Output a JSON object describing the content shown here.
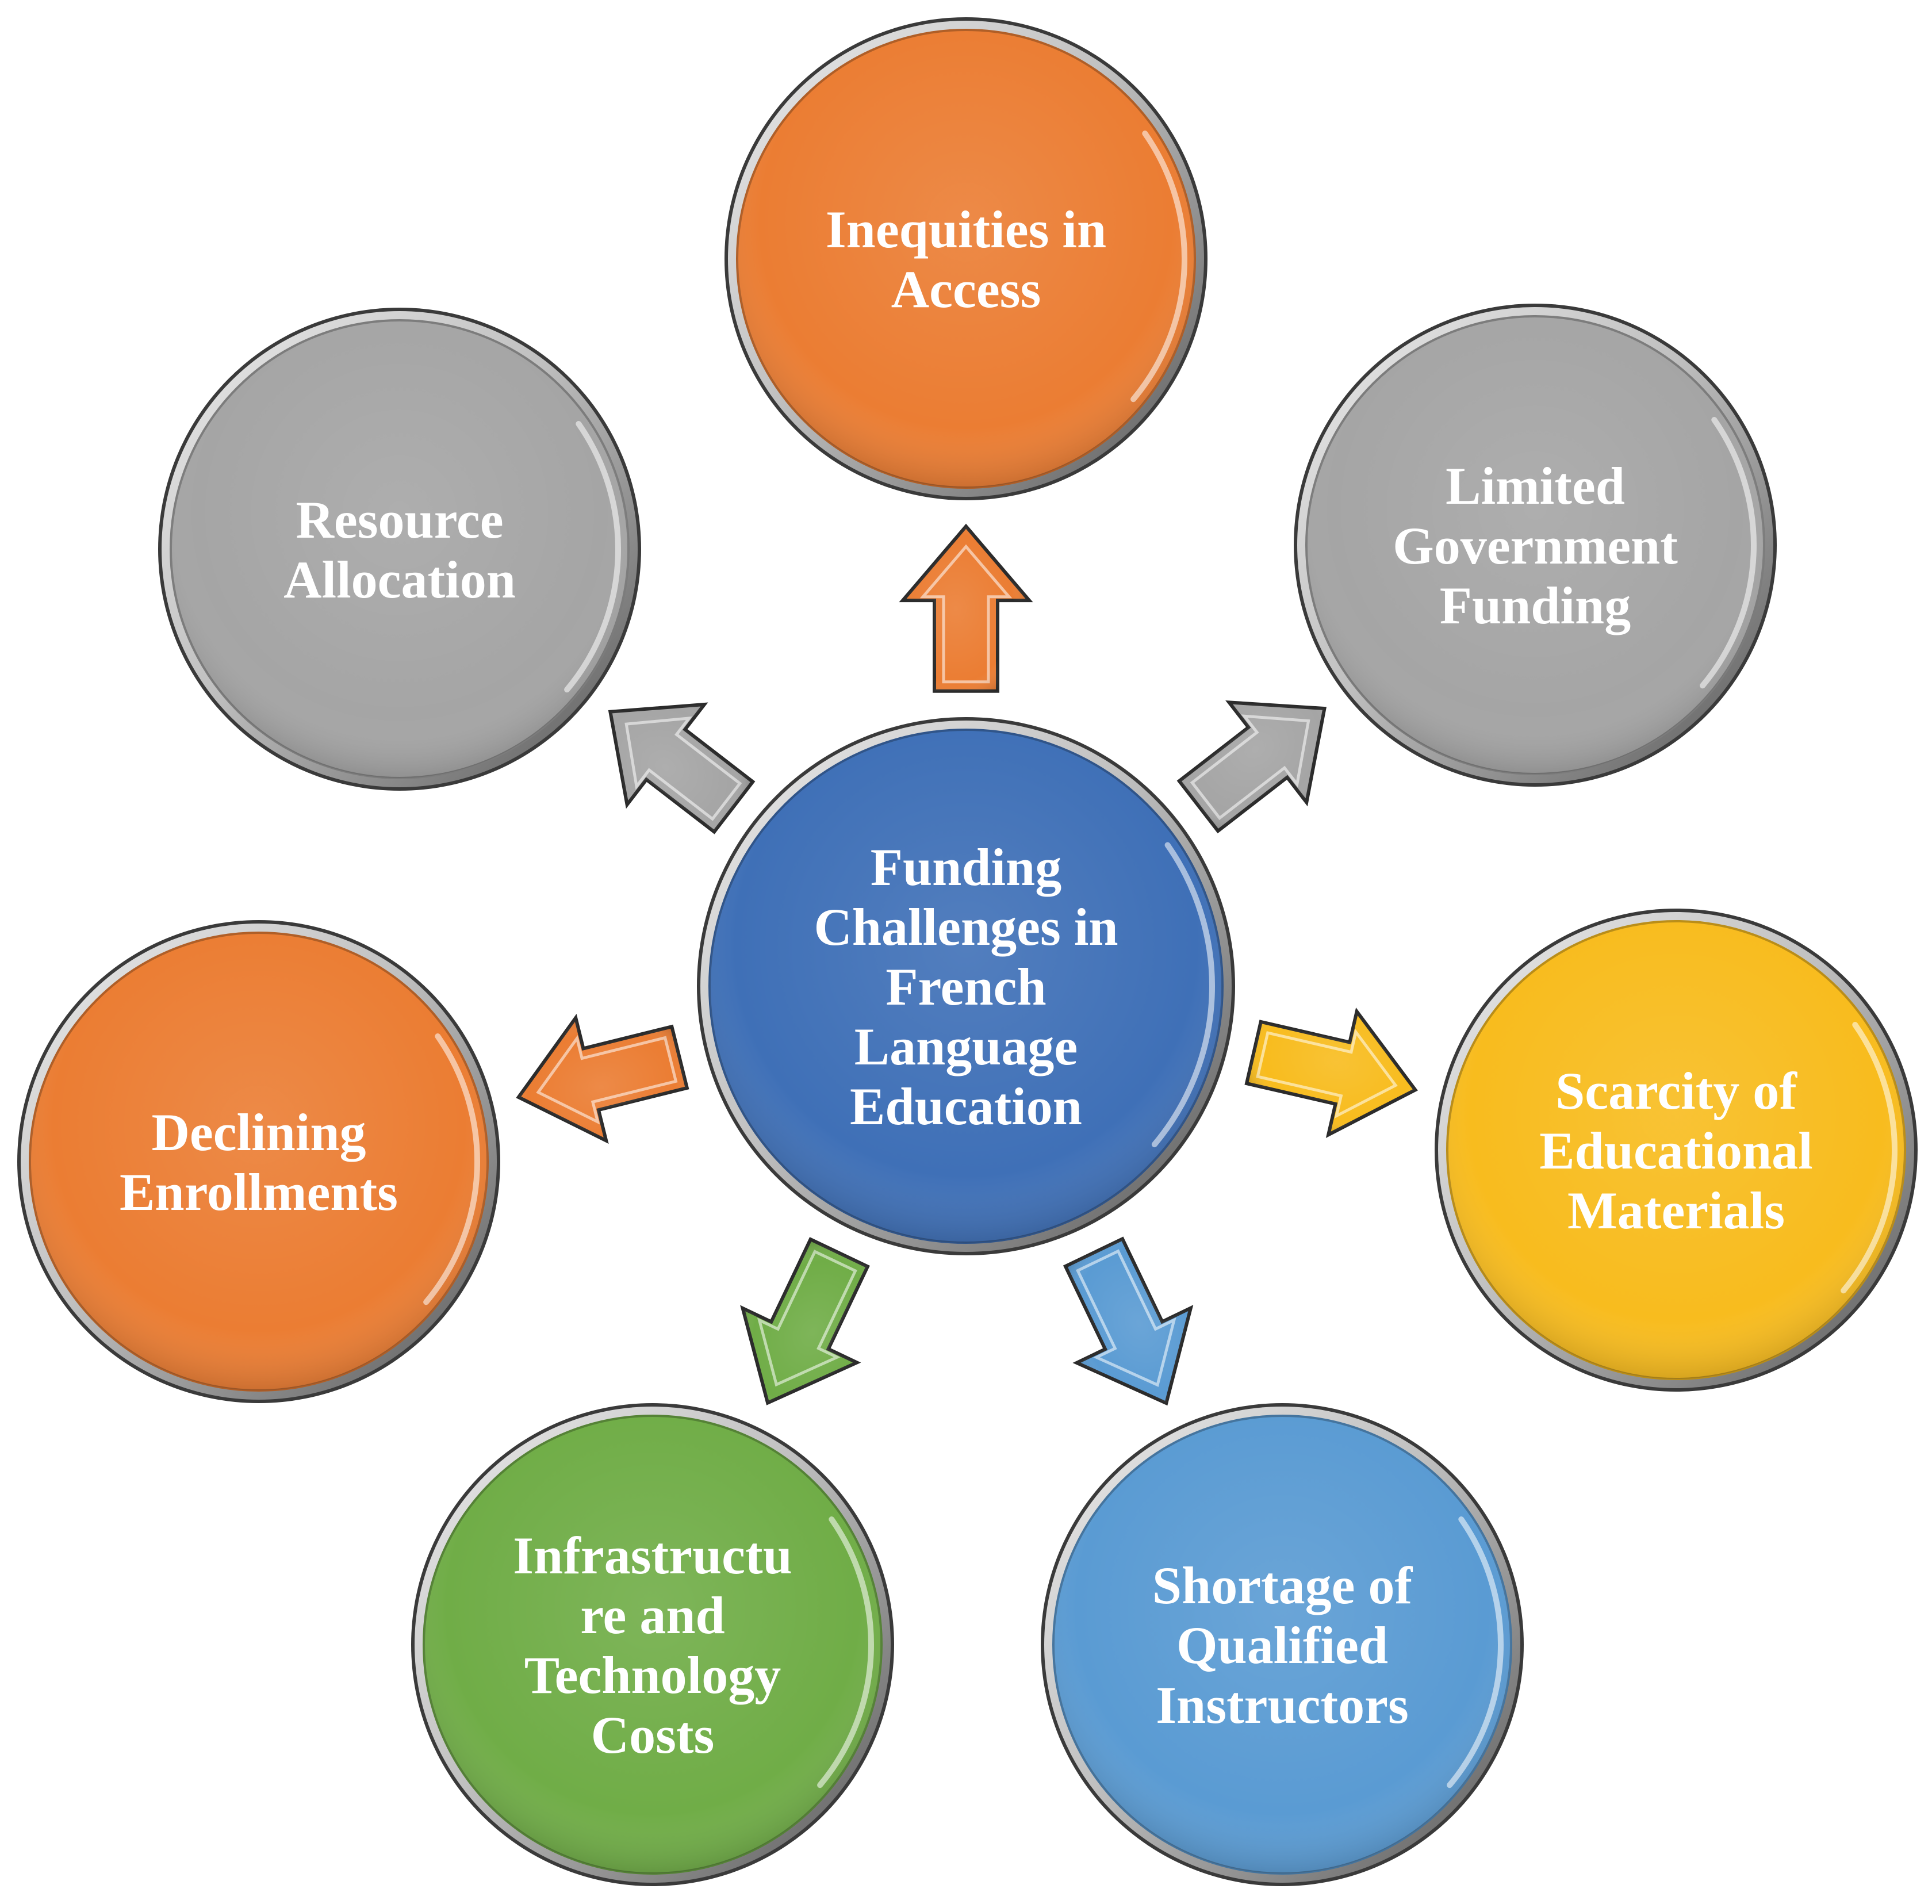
{
  "center": {
    "lines": [
      "Funding",
      "Challenges in",
      "French",
      "Language",
      "Education"
    ],
    "color": "#3F70B7"
  },
  "nodes": [
    {
      "id": "inequities-in-access",
      "lines": [
        "Inequities in",
        "Access"
      ],
      "color": "#EB7D33"
    },
    {
      "id": "limited-government-funding",
      "lines": [
        "Limited",
        "Government",
        "Funding"
      ],
      "color": "#A5A5A5"
    },
    {
      "id": "scarcity-of-educational-materials",
      "lines": [
        "Scarcity of",
        "Educational",
        "Materials"
      ],
      "color": "#F8BC1E"
    },
    {
      "id": "shortage-of-qualified-instructors",
      "lines": [
        "Shortage of",
        "Qualified",
        "Instructors"
      ],
      "color": "#5A9BD3"
    },
    {
      "id": "infrastructure-and-technology-costs",
      "lines": [
        "Infrastructu",
        "re and",
        "Technology",
        "Costs"
      ],
      "color": "#70AD47"
    },
    {
      "id": "declining-enrollments",
      "lines": [
        "Declining",
        "Enrollments"
      ],
      "color": "#EB7D33"
    },
    {
      "id": "resource-allocation",
      "lines": [
        "Resource",
        "Allocation"
      ],
      "color": "#A5A5A5"
    }
  ],
  "arrows": [
    {
      "target": "inequities-in-access",
      "color": "#EB7D33"
    },
    {
      "target": "limited-government-funding",
      "color": "#A5A5A5"
    },
    {
      "target": "scarcity-of-educational-materials",
      "color": "#F8BC1E"
    },
    {
      "target": "shortage-of-qualified-instructors",
      "color": "#5A9BD3"
    },
    {
      "target": "infrastructure-and-technology-costs",
      "color": "#70AD47"
    },
    {
      "target": "declining-enrollments",
      "color": "#EB7D33"
    },
    {
      "target": "resource-allocation",
      "color": "#A5A5A5"
    }
  ]
}
